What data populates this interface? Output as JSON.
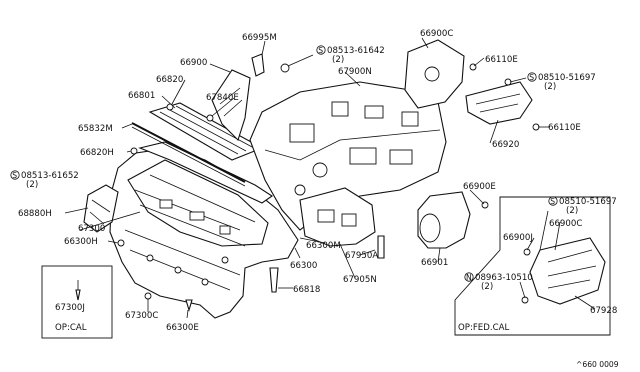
{
  "labels": {
    "p66995M": "66995M",
    "p08513_61642": "08513-61642",
    "p08513_61642_qty": "(2)",
    "p66900": "66900",
    "p66820": "66820",
    "p67840E": "67840E",
    "p66801": "66801",
    "p65832M": "65832M",
    "p66820H": "66820H",
    "p08513_61652": "08513-61652",
    "p08513_61652_qty": "(2)",
    "p68880H": "68880H",
    "p67300": "67300",
    "p66300H": "66300H",
    "p67300J": "67300J",
    "opical_left": "OP:CAL",
    "p67300C": "67300C",
    "p66300E": "66300E",
    "p66818": "66818",
    "p66300": "66300",
    "p66300M": "66300M",
    "p67950A": "67950A",
    "p67905N": "67905N",
    "p67900N": "67900N",
    "p66900C_top": "66900C",
    "p66110E_top": "66110E",
    "p08510_51697_top": "08510-51697",
    "p08510_51697_top_qty": "(2)",
    "p66110E_right": "66110E",
    "p66920": "66920",
    "p66900E": "66900E",
    "p66901": "66901",
    "p08510_51697_box": "08510-51697",
    "p08510_51697_box_qty": "(2)",
    "p66900C_box": "66900C",
    "p66900J": "66900J",
    "p08963_10510": "08963-10510",
    "p08963_10510_qty": "(2)",
    "p67928": "67928",
    "opfedcal": "OP:FED.CAL",
    "diagram_code": "^660 0009"
  },
  "prefix": {
    "screw": "S",
    "nut": "N"
  }
}
